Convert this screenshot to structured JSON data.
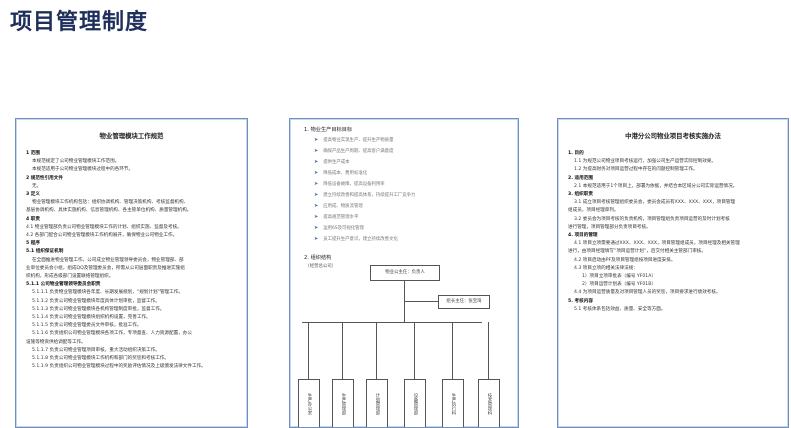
{
  "page": {
    "title": "项目管理制度"
  },
  "doc1": {
    "title": "物业管理模块工作规范",
    "lines": [
      {
        "t": "1 范围",
        "s": "b"
      },
      {
        "t": "本规范规定了公司物业管理模块工作范围。",
        "s": "i1"
      },
      {
        "t": "本规范适用于公司物业管理模块过程中的各环节。",
        "s": "i1"
      },
      {
        "t": "2 规范性引用文件",
        "s": "b"
      },
      {
        "t": "无。",
        "s": "i1"
      },
      {
        "t": "3 定义",
        "s": "b"
      },
      {
        "t": "物业管理模块工作机构包括：组织协调机构、管理决策机构、考核监督机构、",
        "s": "i1"
      },
      {
        "t": "基层协调机构、具体实施机构、信息管理机构、各主管单位机构、质量管理机构。",
        "s": ""
      },
      {
        "t": "4 职责",
        "s": "b"
      },
      {
        "t": "4.1 物业管理部负责公司物业管理模块工作的计划、组织实施、监督及考核。",
        "s": ""
      },
      {
        "t": "4.2 各部门配合公司物业管理模块工作机构展开，确保物业公司物业工作。",
        "s": ""
      },
      {
        "t": "5 程序",
        "s": "b"
      },
      {
        "t": "5.1 组织保证机制",
        "s": "b"
      },
      {
        "t": "在全面推进物业管理工作，公司成立物业管理领导委员会，物业管理部、部",
        "s": "i1"
      },
      {
        "t": "业单位委员会小组，组成QQ及管理委员会，所需从公司层面职责及推进实施组",
        "s": ""
      },
      {
        "t": "织机构，形成各级部门设置联络管理组织。",
        "s": ""
      },
      {
        "t": "5.1.1 公司物业管理领导委员会职责",
        "s": "b"
      },
      {
        "t": "5.1.1.1 负责物业管理模块各年度、长期发展规划，“规划计划”管理工作。",
        "s": "i1"
      },
      {
        "t": "5.1.1.2 负责公司物业管理模块年度具体计划审批，监督工作。",
        "s": "i1"
      },
      {
        "t": "5.1.1.3 负责公司物业管理模块各机构管理制度审批，监督工作。",
        "s": "i1"
      },
      {
        "t": "5.1.1.4 负责公司物业管理模块组织机构设置，完善工作。",
        "s": "i1"
      },
      {
        "t": "5.1.1.5 负责公司物业管理委员文件审核，批准工作。",
        "s": "i1"
      },
      {
        "t": "5.1.1.6 负责组织公司物业管理模块各项工作，专项督查、人力资源配置，办公",
        "s": "i1"
      },
      {
        "t": "设施等物资供给调配等工作。",
        "s": ""
      },
      {
        "t": "5.1.1.7 负责公司物业管理项目审核，重大活动组织决策工作。",
        "s": "i1"
      },
      {
        "t": "5.1.1.8 负责公司物业管理模块工作机构和部门的奖惩和考核工作。",
        "s": "i1"
      },
      {
        "t": "5.1.1.9 负责组织公司物业管理模块过程中的奖励评估情况及上级颁发法律文件工作。",
        "s": "i1"
      }
    ]
  },
  "doc2": {
    "heading1": "1.  物业生产目标目标",
    "bullets": [
      "提高物业实现生产、提升生产物质量",
      "确保产品生产周期、提高客户满意度",
      "提供生产成本",
      "降低成本、费用标准化",
      "降低设备故障，提高设备利用率",
      "建立持续改善和提高体系，持续提升工厂竞争力",
      "应用成、物质流管理",
      "提高规范管理水平",
      "运用6S及可视化管理",
      "员工提升生产意识，建立持续改善文化"
    ],
    "heading2": "2.  组织结构",
    "heading2_sub": "(经营总公司）",
    "org": {
      "top": "物业公主任：负责人",
      "mid": "组长主任：张宝琦",
      "leaves": [
        "生产办公室",
        "生产管理部",
        "计划管理部",
        "设备管理部",
        "生产执行科",
        "技术管理科"
      ]
    }
  },
  "doc3": {
    "title": "中港分公司物业项目考核实施办法",
    "lines": [
      {
        "t": "1. 目的",
        "s": "b"
      },
      {
        "t": "1.1 为规范公司物业项目考核运行，加强公司生产运营实际控制效果。",
        "s": "i1"
      },
      {
        "t": "1.2 为提高财务对项目运营过程中存在的问题控制管理工作。",
        "s": "i1"
      },
      {
        "t": "2. 适用范围",
        "s": "b"
      },
      {
        "t": "2.1 本规范适用于1个项目上，部署为依据，并结合本区域分公司实际运营情况。",
        "s": "i1"
      },
      {
        "t": "3. 组织职责",
        "s": "b"
      },
      {
        "t": "3.1 成立项目考核管理组织委员会，委员会成员有XXX、XXX、XXX，项目管理",
        "s": "i1"
      },
      {
        "t": "组成员，项目经理单列。",
        "s": ""
      },
      {
        "t": "3.2 委员会为项目考核的负责机构，项目管理组负责项目运营的及时计划考核",
        "s": "i1"
      },
      {
        "t": "进行管理，项目管理部分负责项目考核。",
        "s": ""
      },
      {
        "t": "4. 项目的管理",
        "s": "b"
      },
      {
        "t": "4.1 项目立项需要通过XXX、XXX、XXX，项目管理组成员，项目经理及相关管理",
        "s": "i1"
      },
      {
        "t": "进行，由项目经理填写“项目运营计划”，后交付相关主管部门审核。",
        "s": ""
      },
      {
        "t": "4.2 项目启动由PF及项目管理组按项目进度安排。",
        "s": "i1"
      },
      {
        "t": "4.3 项目立项的相关法律法规：",
        "s": "i1"
      },
      {
        "t": "1）项目立项审批表（编号 YF01A）",
        "s": "i2"
      },
      {
        "t": "2）项目运营计划表（编号 YF01B）",
        "s": "i2"
      },
      {
        "t": "4.4 为项目运营质量及对项目管理人员的奖惩，项目要求进行绩效考核。",
        "s": "i1"
      },
      {
        "t": "5. 考核内容",
        "s": "b"
      },
      {
        "t": "5.1 考核体系包括效益、质量、安全等方面。",
        "s": "i1"
      }
    ]
  }
}
